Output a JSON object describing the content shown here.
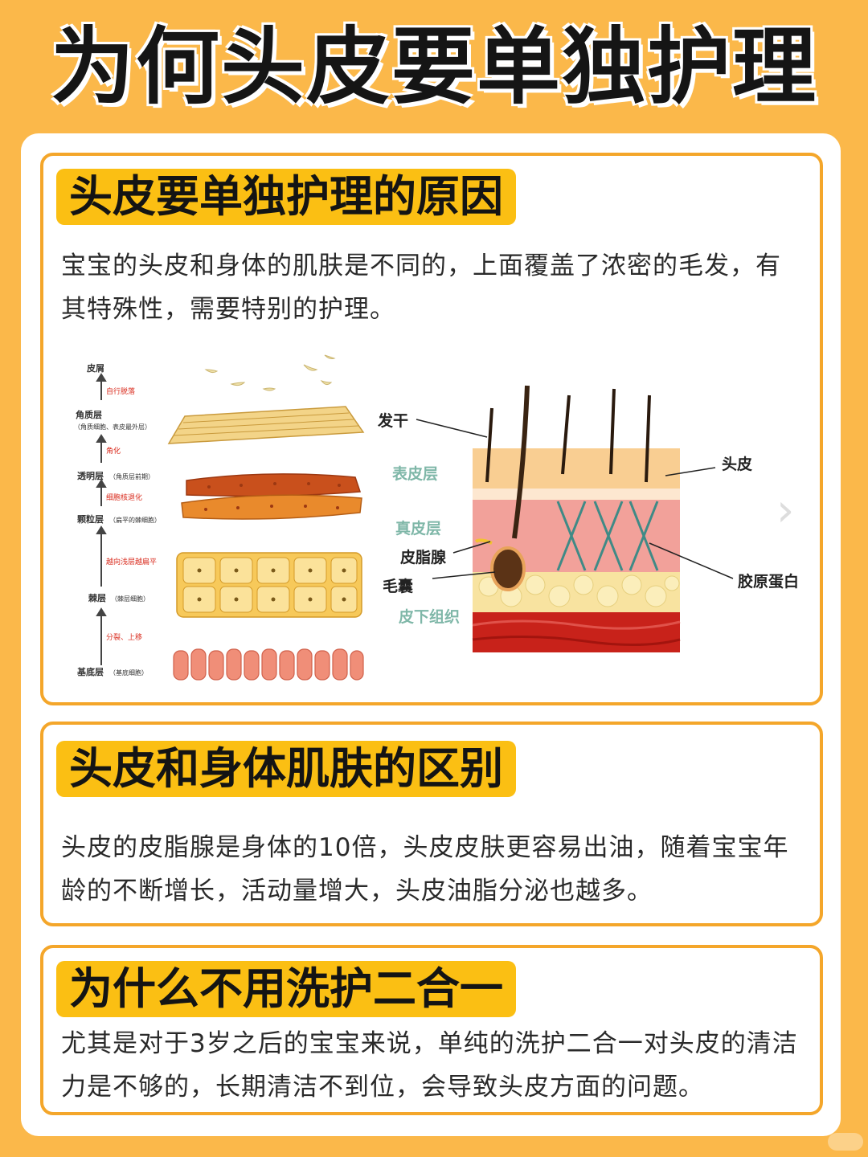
{
  "title": "为何头皮要单独护理",
  "sections": [
    {
      "heading": "头皮要单独护理的原因",
      "text": "宝宝的头皮和身体的肌肤是不同的，上面覆盖了浓密的毛发，有其特殊性，需要特别的护理。"
    },
    {
      "heading": "头皮和身体肌肤的区别",
      "text": "头皮的皮脂腺是身体的10倍，头皮皮肤更容易出油，随着宝宝年龄的不断增长，活动量增大，头皮油脂分泌也越多。"
    },
    {
      "heading": "为什么不用洗护二合一",
      "text": "尤其是对于3岁之后的宝宝来说，单纯的洗护二合一对头皮的清洁力是不够的，长期清洁不到位，会导致头皮方面的问题。"
    }
  ],
  "diagram_left": {
    "layers": [
      {
        "name": "皮屑"
      },
      {
        "name": "角质层",
        "sub": "（角质细胞、表皮最外层）"
      },
      {
        "name": "透明层",
        "sub": "（角质层前期）"
      },
      {
        "name": "颗粒层",
        "sub": "（扁平的棘细胞）"
      },
      {
        "name": "棘层",
        "sub": "（棘层细胞）"
      },
      {
        "name": "基底层",
        "sub": "（基底细胞）"
      }
    ],
    "processes": [
      "自行脱落",
      "角化",
      "细胞核退化",
      "越向浅层越扁平",
      "分裂、上移"
    ]
  },
  "diagram_right": {
    "labels": {
      "hair_shaft": "发干",
      "scalp": "头皮",
      "epidermis": "表皮层",
      "dermis": "真皮层",
      "sebaceous_gland": "皮脂腺",
      "follicle": "毛囊",
      "collagen": "胶原蛋白",
      "subcutaneous": "皮下组织"
    }
  },
  "nav": {
    "next_icon": "chevron-right-icon"
  },
  "colors": {
    "background": "#fbb84a",
    "card_border": "#f4a62a",
    "heading_bg": "#fbbf13",
    "accent_red": "#d92a1c"
  }
}
